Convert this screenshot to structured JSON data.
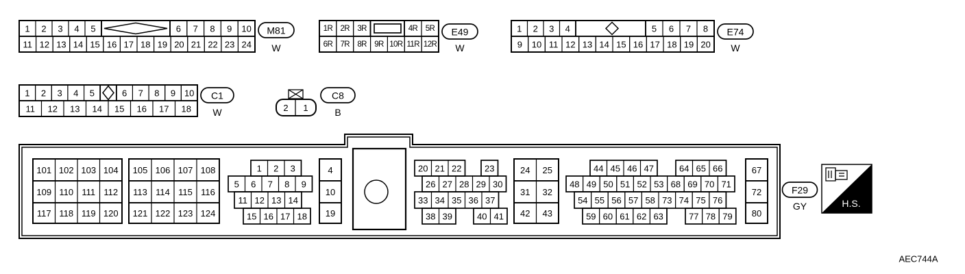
{
  "connectors": {
    "M81": {
      "id": "M81",
      "color": "W",
      "rows": [
        [
          "1",
          "2",
          "3",
          "4",
          "5",
          "6",
          "7",
          "8",
          "9",
          "10"
        ],
        [
          "11",
          "12",
          "13",
          "14",
          "15",
          "16",
          "17",
          "18",
          "19",
          "20",
          "21",
          "22",
          "23",
          "24"
        ]
      ]
    },
    "E49": {
      "id": "E49",
      "color": "W",
      "rows": [
        [
          "1R",
          "2R",
          "3R",
          "4R",
          "5R"
        ],
        [
          "6R",
          "7R",
          "8R",
          "9R",
          "10R",
          "11R",
          "12R"
        ]
      ]
    },
    "E74": {
      "id": "E74",
      "color": "W",
      "rows": [
        [
          "1",
          "2",
          "3",
          "4",
          "5",
          "6",
          "7",
          "8"
        ],
        [
          "9",
          "10",
          "11",
          "12",
          "13",
          "14",
          "15",
          "16",
          "17",
          "18",
          "19",
          "20"
        ]
      ]
    },
    "C1": {
      "id": "C1",
      "color": "W",
      "rows": [
        [
          "1",
          "2",
          "3",
          "4",
          "5",
          "6",
          "7",
          "8",
          "9",
          "10"
        ],
        [
          "11",
          "12",
          "13",
          "14",
          "15",
          "16",
          "17",
          "18"
        ]
      ]
    },
    "C8": {
      "id": "C8",
      "color": "B",
      "rows": [
        [
          "2",
          "1"
        ]
      ]
    },
    "F29": {
      "id": "F29",
      "color": "GY",
      "blocks": [
        {
          "rows": [
            [
              "101",
              "102",
              "103",
              "104"
            ],
            [
              "109",
              "110",
              "111",
              "112"
            ],
            [
              "117",
              "118",
              "119",
              "120"
            ]
          ]
        },
        {
          "rows": [
            [
              "105",
              "106",
              "107",
              "108"
            ],
            [
              "113",
              "114",
              "115",
              "116"
            ],
            [
              "121",
              "122",
              "123",
              "124"
            ]
          ]
        },
        {
          "rows": [
            [
              "1",
              "2",
              "3"
            ],
            [
              "5",
              "6",
              "7",
              "8",
              "9"
            ],
            [
              "11",
              "12",
              "13",
              "14"
            ],
            [
              "15",
              "16",
              "17",
              "18"
            ]
          ]
        },
        {
          "rows": [
            [
              "4"
            ],
            [
              "10"
            ],
            [
              "19"
            ]
          ]
        },
        {
          "rows": [
            [
              "20",
              "21",
              "22",
              "23"
            ],
            [
              "26",
              "27",
              "28",
              "29",
              "30"
            ],
            [
              "33",
              "34",
              "35",
              "36",
              "37"
            ],
            [
              "38",
              "39",
              "40",
              "41"
            ]
          ]
        },
        {
          "rows": [
            [
              "24",
              "25"
            ],
            [
              "31",
              "32"
            ],
            [
              "42",
              "43"
            ]
          ]
        },
        {
          "rows": [
            [
              "44",
              "45",
              "46",
              "47",
              "64",
              "65",
              "66"
            ],
            [
              "48",
              "49",
              "50",
              "51",
              "52",
              "53",
              "68",
              "69",
              "70",
              "71"
            ],
            [
              "54",
              "55",
              "56",
              "57",
              "58",
              "73",
              "74",
              "75",
              "76"
            ],
            [
              "59",
              "60",
              "61",
              "62",
              "63",
              "77",
              "78",
              "79"
            ]
          ]
        },
        {
          "rows": [
            [
              "67"
            ],
            [
              "72"
            ],
            [
              "80"
            ]
          ]
        }
      ]
    }
  },
  "harness_symbol": "H.S.",
  "figure_code": "AEC744A"
}
